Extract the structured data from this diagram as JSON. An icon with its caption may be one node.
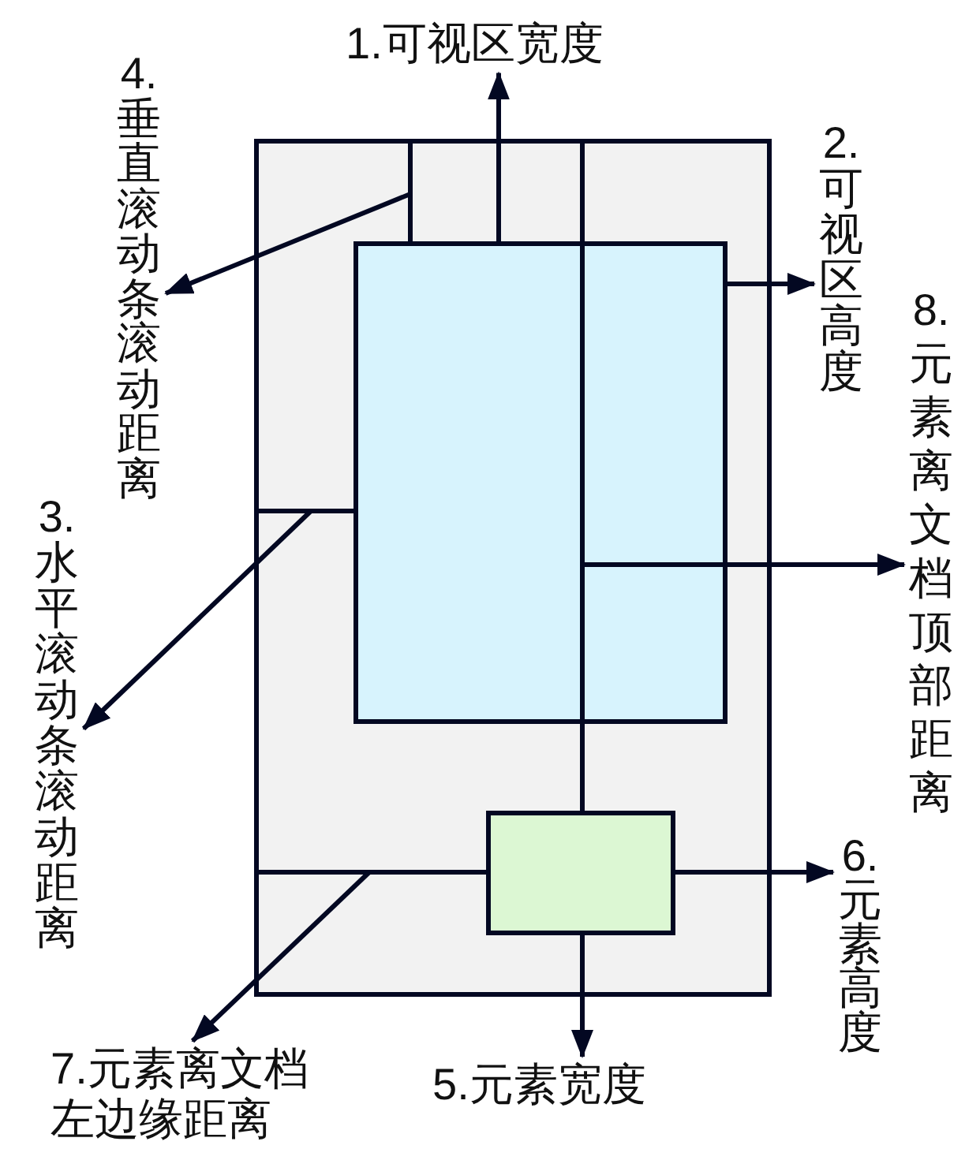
{
  "diagram": {
    "nodes": [
      {
        "text": [],
        "shape": "box"
      },
      {
        "text": [],
        "shape": "box",
        "in": 0
      },
      {
        "text": [],
        "shape": "box",
        "in": 0
      },
      {
        "text": [
          "1.可视区宽度"
        ]
      },
      {
        "text": [
          "4.垂直滚动条滚动距离"
        ]
      },
      {
        "text": [
          "2.可视区高度"
        ]
      },
      {
        "text": [
          "8.元素离文档顶部距离"
        ]
      },
      {
        "text": [
          "3.水平滚动条滚动距离"
        ]
      },
      {
        "text": [
          "6.元素高度"
        ]
      },
      {
        "text": [
          "7.元素离文档左边缘距离"
        ]
      },
      {
        "text": [
          "5.元素宽度"
        ]
      }
    ],
    "edges": [
      {
        "from": 1,
        "to": 3,
        "arrow": "to"
      },
      {
        "from": 1,
        "to": 5,
        "arrow": "to"
      },
      {
        "from": null,
        "to": 4,
        "arrow": "to"
      },
      {
        "from": null,
        "to": 7,
        "arrow": "to"
      },
      {
        "from": 1,
        "to": 6,
        "arrow": "to"
      },
      {
        "from": 2,
        "to": 10,
        "arrow": "to"
      },
      {
        "from": 2,
        "to": 8,
        "arrow": "to"
      },
      {
        "from": null,
        "to": 9,
        "arrow": "to"
      }
    ]
  }
}
